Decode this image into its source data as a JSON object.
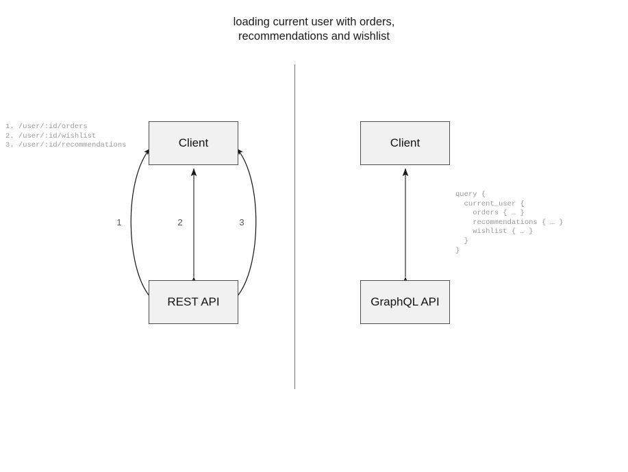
{
  "diagram": {
    "title": "loading current user with orders,\nrecommendations and wishlist",
    "divider": {
      "name": "vertical-divider",
      "color": "#6e6e6e"
    },
    "node_fill": "#f1f1f1",
    "node_stroke": "#4d4d4d",
    "rest_panel": {
      "client_label": "Client",
      "api_label": "REST API",
      "edge_labels": [
        "1",
        "2",
        "3"
      ],
      "endpoints_text": "1. /user/:id/orders\n2. /user/:id/wishlist\n3. /user/:id/recommendations",
      "endpoints": [
        {
          "number": "1.",
          "path": "/user/:id/orders"
        },
        {
          "number": "2.",
          "path": "/user/:id/wishlist"
        },
        {
          "number": "3.",
          "path": "/user/:id/recommendations"
        }
      ]
    },
    "graphql_panel": {
      "client_label": "Client",
      "api_label": "GraphQL API",
      "query_text": "query {\n  current_user {\n    orders { … }\n    recommendations { … }\n    wishlist { … }\n  }\n}"
    }
  }
}
